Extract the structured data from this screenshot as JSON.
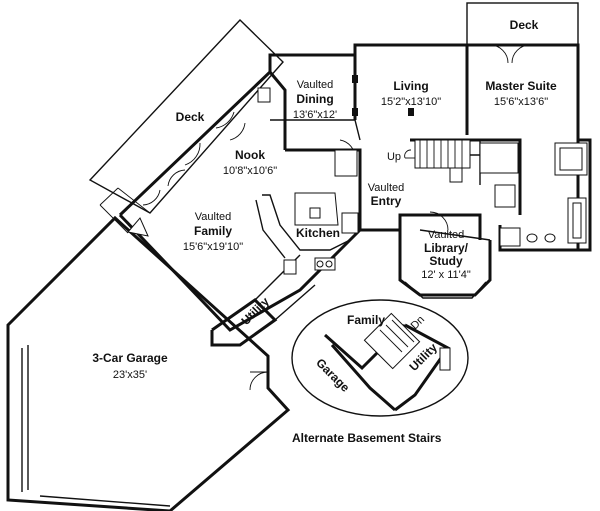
{
  "rooms": {
    "deck_left": {
      "name": "Deck"
    },
    "deck_top": {
      "name": "Deck"
    },
    "dining": {
      "line1": "Vaulted",
      "line2": "Dining",
      "dims": "13'6\"x12'"
    },
    "living": {
      "name": "Living",
      "dims": "15'2\"x13'10\""
    },
    "master": {
      "name": "Master Suite",
      "dims": "15'6\"x13'6\""
    },
    "nook": {
      "name": "Nook",
      "dims": "10'8\"x10'6\""
    },
    "family": {
      "line1": "Vaulted",
      "line2": "Family",
      "dims": "15'6\"x19'10\""
    },
    "kitchen": {
      "name": "Kitchen"
    },
    "entry": {
      "line1": "Vaulted",
      "line2": "Entry"
    },
    "library": {
      "line1": "Vaulted",
      "line2": "Library/",
      "line3": "Study",
      "dims": "12' x 11'4\""
    },
    "utility": {
      "name": "Utility"
    },
    "garage": {
      "name": "3-Car Garage",
      "dims": "23'x35'"
    },
    "stair_up": {
      "label": "Up"
    }
  },
  "inset": {
    "family": "Family",
    "garage": "Garage",
    "utility": "Utility",
    "dn": "Dn",
    "caption": "Alternate Basement Stairs"
  }
}
